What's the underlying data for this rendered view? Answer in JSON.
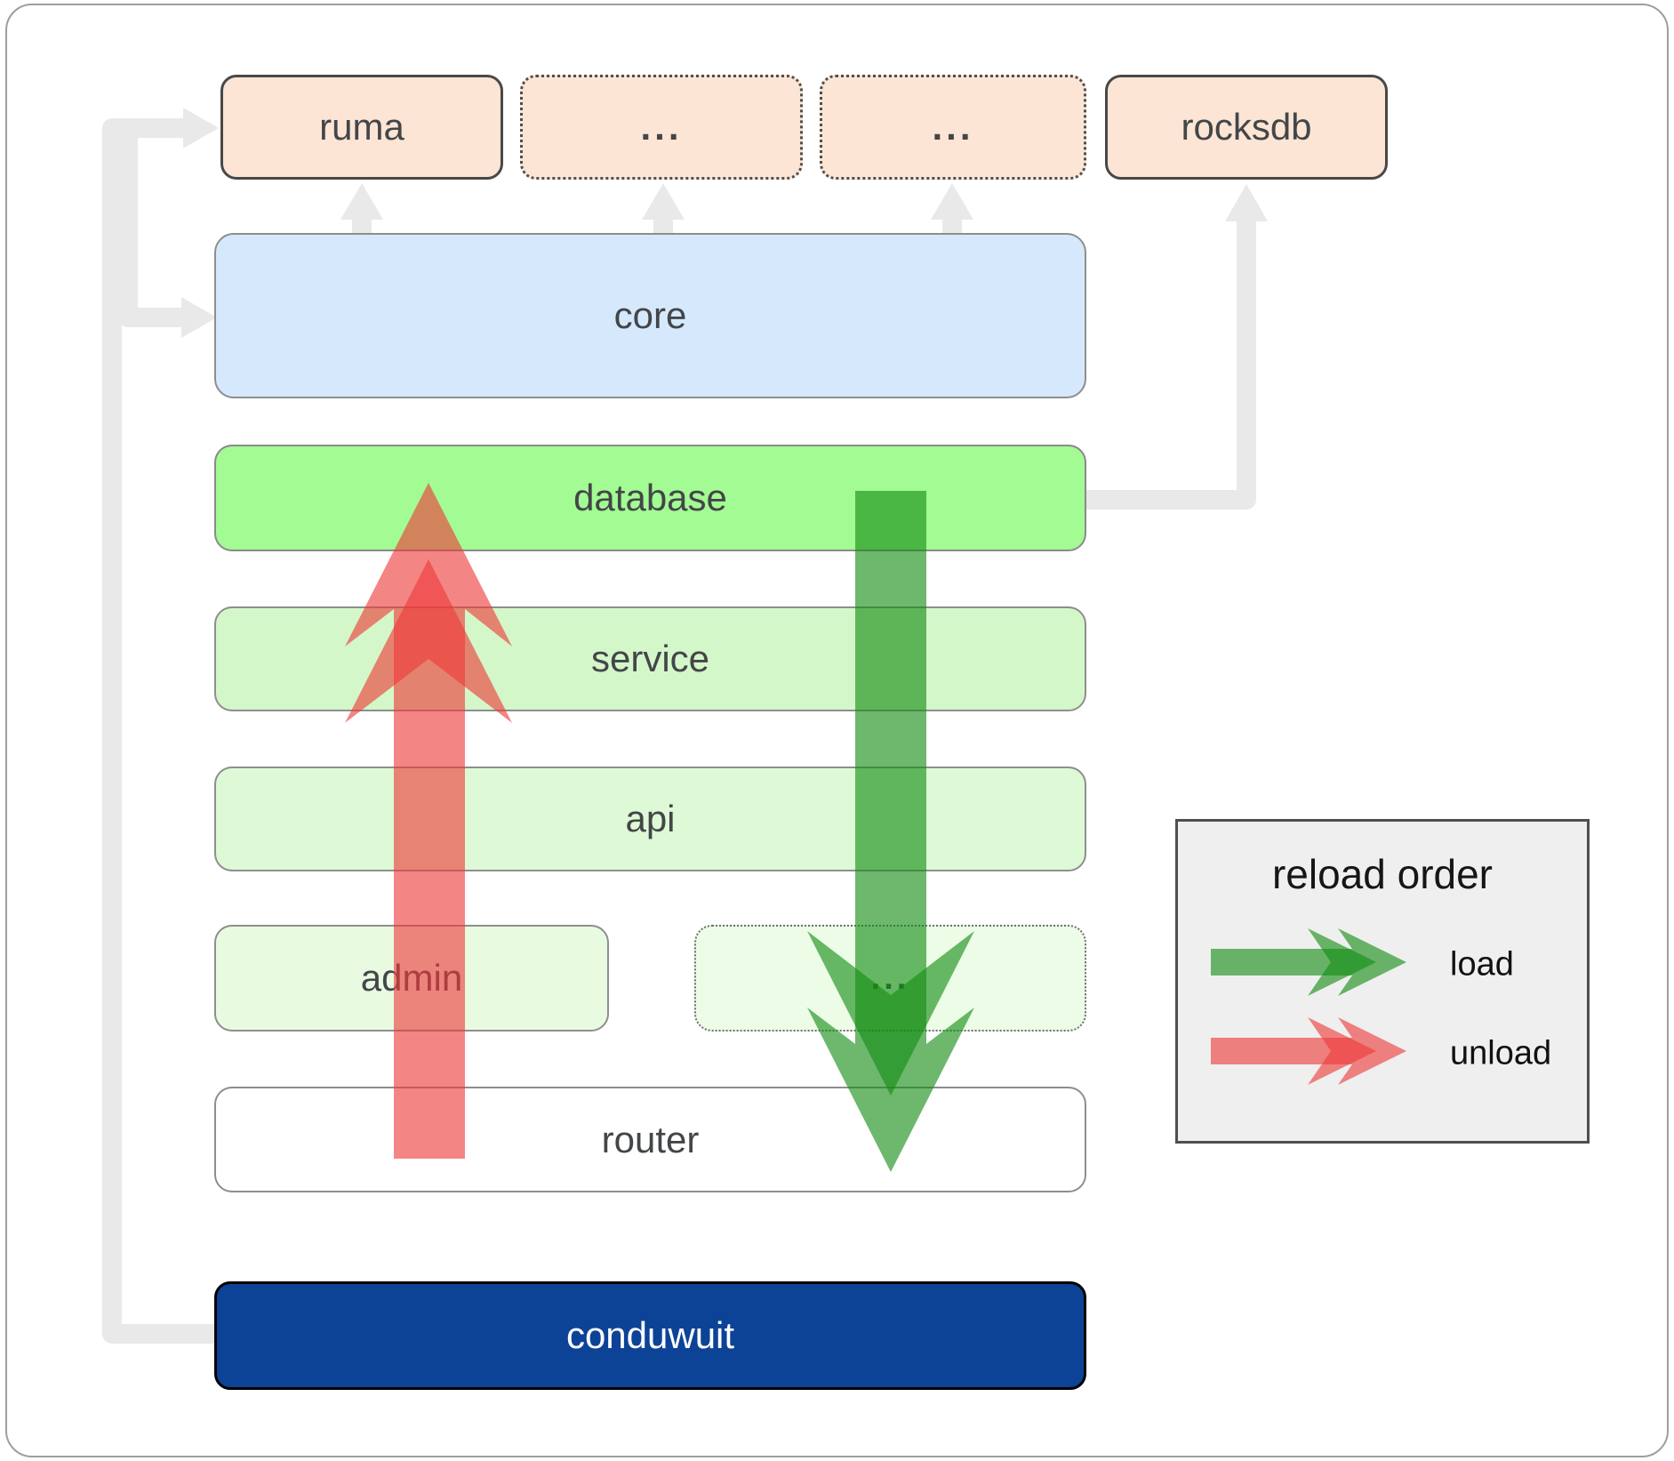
{
  "diagram": {
    "top_row": [
      {
        "label": "ruma",
        "style": "solid"
      },
      {
        "label": "...",
        "style": "dotted"
      },
      {
        "label": "...",
        "style": "dotted"
      },
      {
        "label": "rocksdb",
        "style": "solid"
      }
    ],
    "core_label": "core",
    "database_label": "database",
    "service_label": "service",
    "api_label": "api",
    "admin_label": "admin",
    "admin_more_label": "...",
    "router_label": "router",
    "app_label": "conduwuit"
  },
  "legend": {
    "title": "reload order",
    "load_label": "load",
    "unload_label": "unload"
  },
  "colors": {
    "load_arrow": "#148c14",
    "unload_arrow": "#ed3a3a",
    "connector": "#e9e9e9",
    "module_fill": "#fce5d4",
    "core_fill": "#d6e9fc",
    "database_fill": "#a2fb93",
    "service_fill": "#d4f7c9",
    "api_fill": "#def9d6",
    "admin_fill": "#e8fbe1",
    "admin_more_fill": "#ecfce6",
    "router_fill": "#ffffff",
    "app_fill": "#0d4396",
    "legend_fill": "#efefef",
    "label_text": "#434649",
    "app_text": "#ffffff"
  }
}
